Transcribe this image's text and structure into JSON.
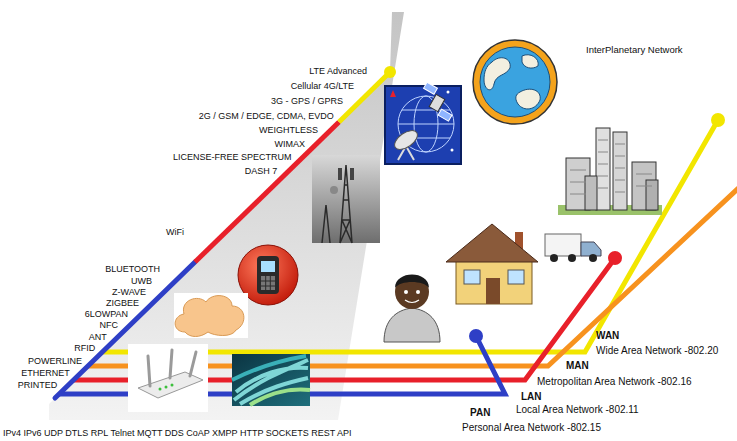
{
  "diagram": {
    "labels": [
      "InterPlanetary Network",
      "LTE Advanced",
      "Cellular 4G/LTE",
      "3G - GPS / GPRS",
      "2G / GSM / EDGE, CDMA, EVDO",
      "WEIGHTLESS",
      "WIMAX",
      "LICENSE-FREE SPECTRUM",
      "DASH 7",
      "WiFi",
      "BLUETOOTH",
      "UWB",
      "Z-WAVE",
      "ZIGBEE",
      "6LOWPAN",
      "NFC",
      "ANT",
      "RFID",
      "POWERLINE",
      "ETHERNET",
      "PRINTED",
      "WAN",
      "Wide Area Network -802.20",
      "MAN",
      "Metropolitan Area Network -802.16",
      "LAN",
      "Local Area Network -802.11",
      "PAN",
      "Personal Area Network -802.15",
      "IPv4 IPv6 UDP DTLS RPL Telnet MQTT DDS CoAP XMPP HTTP SOCKETS REST API"
    ]
  }
}
